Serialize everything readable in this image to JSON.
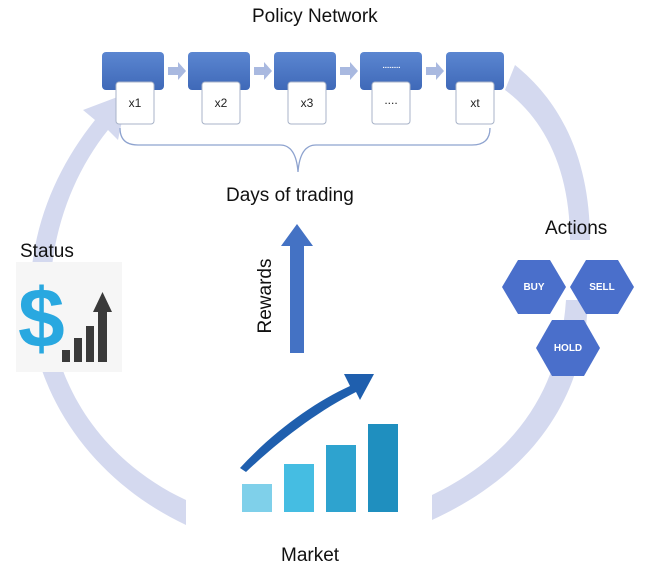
{
  "policy_network": {
    "title": "Policy Network",
    "cells": [
      {
        "top_label": "",
        "input": "x1"
      },
      {
        "top_label": "",
        "input": "x2"
      },
      {
        "top_label": "",
        "input": "x3"
      },
      {
        "top_label": "..........",
        "input": "...."
      },
      {
        "top_label": "",
        "input": "xt"
      }
    ]
  },
  "days_label": "Days of trading",
  "rewards_label": "Rewards",
  "status_label": "Status",
  "actions": {
    "title": "Actions",
    "buy": "BUY",
    "sell": "SELL",
    "hold": "HOLD"
  },
  "market_label": "Market",
  "status_icon": "dollar-growth-icon",
  "market_icon": "rising-bar-chart-icon",
  "colors": {
    "cycle": "#d4d9ef",
    "cell_blue": "#4472c4",
    "arrow_blue": "#4472c4",
    "hex_blue": "#4a6fcb",
    "dollar": "#29a8e0",
    "status_bars": "#3a3a3a",
    "market_bars": [
      "#7fd0ea",
      "#45bde2",
      "#2ea3cf",
      "#1f8fbf"
    ],
    "market_arrow": "#1f5fae"
  }
}
